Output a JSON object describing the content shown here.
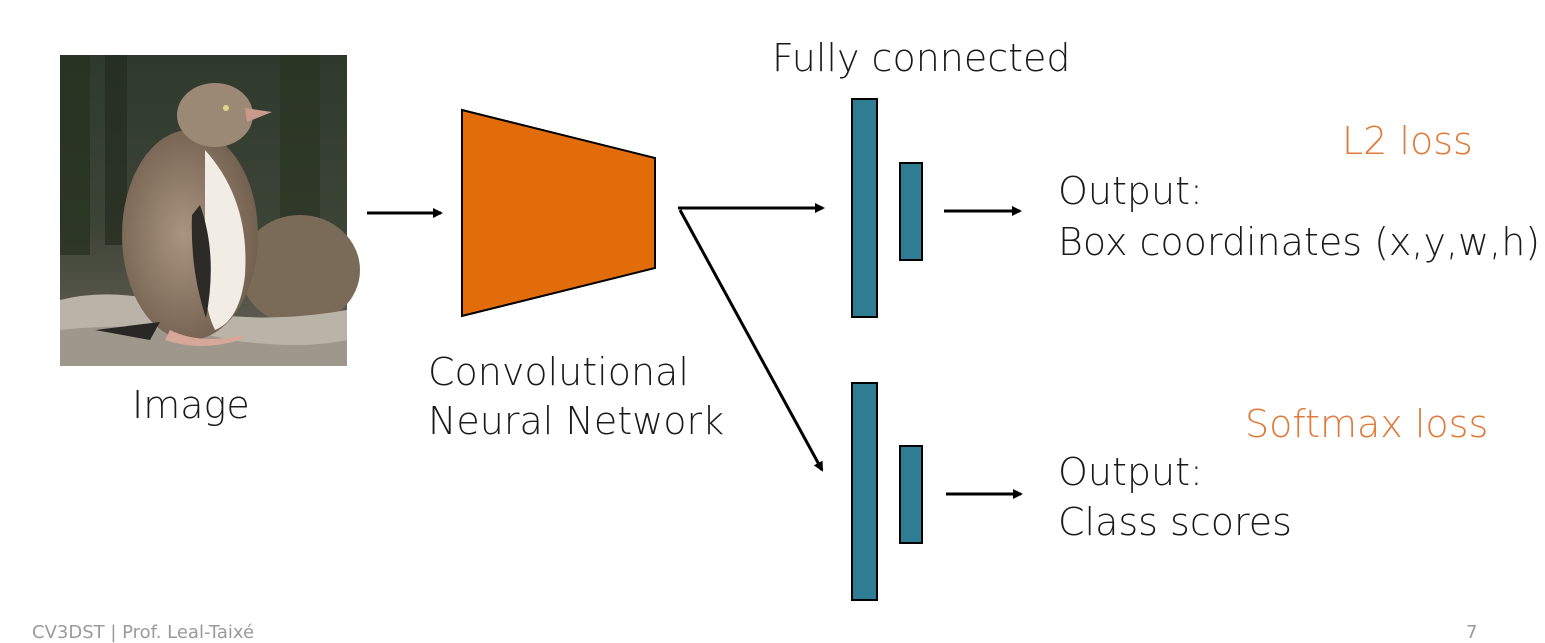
{
  "image_caption": "Image",
  "cnn_label_line1": "Convolutional",
  "cnn_label_line2": "Neural Network",
  "fc_label": "Fully connected",
  "head_top": {
    "loss": "L2 loss",
    "output_label": "Output:",
    "output_value": "Box coordinates  (x,y,w,h)"
  },
  "head_bottom": {
    "loss": "Softmax loss",
    "output_label": "Output:",
    "output_value": "Class scores"
  },
  "footer": {
    "left": "CV3DST | Prof. Leal-Taixé",
    "page": "7"
  },
  "colors": {
    "cnn": "#e36c0a",
    "fc_layer": "#2e7d95",
    "loss_text": "#e07a3a",
    "arrow": "#000000"
  },
  "image_subject": "penguin-chick-photo"
}
